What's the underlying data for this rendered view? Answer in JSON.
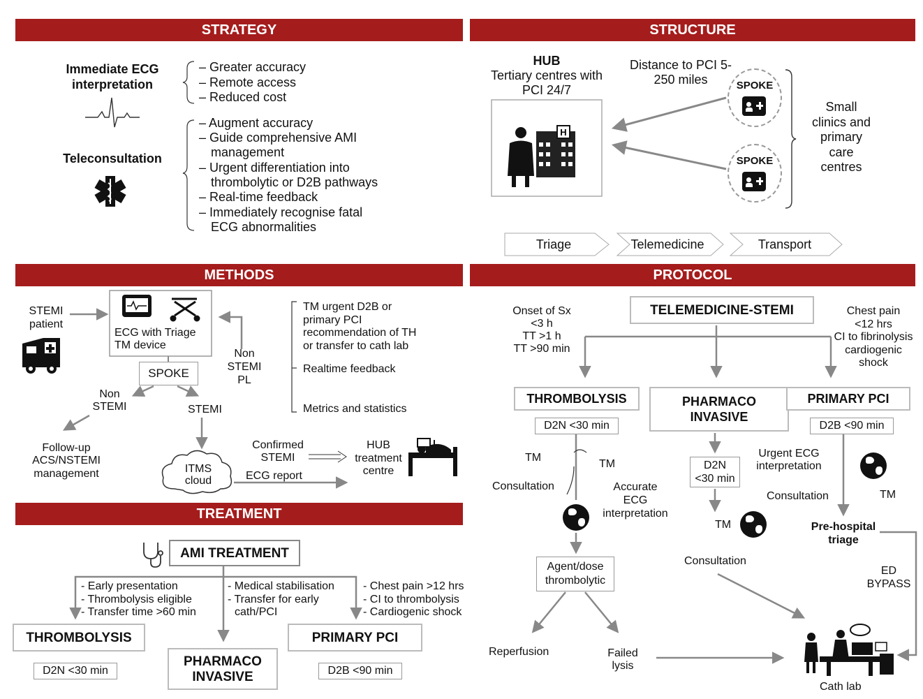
{
  "headers": {
    "strategy": "STRATEGY",
    "structure": "STRUCTURE",
    "methods": "METHODS",
    "protocol": "PROTOCOL",
    "treatment": "TREATMENT"
  },
  "strategy": {
    "ecg_title_1": "Immediate ECG",
    "ecg_title_2": "interpretation",
    "ecg_items": [
      "– Greater accuracy",
      "– Remote access",
      "– Reduced cost"
    ],
    "tele_title": "Teleconsultation",
    "tele_items": [
      "– Augment accuracy",
      "– Guide comprehensive AMI",
      "management",
      "– Urgent differentiation into",
      "thrombolytic or D2B pathways",
      "– Real-time feedback",
      "– Immediately recognise fatal",
      "ECG abnormalities"
    ]
  },
  "structure": {
    "hub": "HUB",
    "hub_sub_1": "Tertiary centres with",
    "hub_sub_2": "PCI 24/7",
    "distance_1": "Distance to PCI 5-",
    "distance_2": "250 miles",
    "spoke": "SPOKE",
    "clinics": [
      "Small",
      "clinics and",
      "primary",
      "care",
      "centres"
    ],
    "steps": [
      "Triage",
      "Telemedicine",
      "Transport"
    ]
  },
  "methods": {
    "stemi_patient_1": "STEMI",
    "stemi_patient_2": "patient",
    "device_1": "ECG with Triage",
    "device_2": "TM device",
    "non_stemi_pl": [
      "Non",
      "STEMI",
      "PL"
    ],
    "spoke": "SPOKE",
    "non_stemi": [
      "Non",
      "STEMI"
    ],
    "stemi": "STEMI",
    "followup": [
      "Follow-up",
      "ACS/NSTEMI",
      "management"
    ],
    "cloud": [
      "ITMS",
      "cloud"
    ],
    "confirmed": [
      "Confirmed",
      "STEMI"
    ],
    "ecg_report": "ECG report",
    "hub_treat": [
      "HUB",
      "treatment",
      "centre"
    ],
    "tm_items": [
      "TM urgent D2B or",
      "primary PCI",
      "recommendation of TH",
      "or transfer to cath lab",
      "Realtime feedback",
      "Metrics and statistics"
    ]
  },
  "treatment": {
    "ami": "AMI TREATMENT",
    "col1": [
      "- Early presentation",
      "- Thrombolysis eligible",
      "- Transfer time >60 min"
    ],
    "col2": [
      "- Medical stabilisation",
      "- Transfer for early",
      "cath/PCI"
    ],
    "col3": [
      "- Chest pain >12 hrs",
      "- CI to thrombolysis",
      "- Cardiogenic shock"
    ],
    "thrombolysis": "THROMBOLYSIS",
    "pharmaco_1": "PHARMACO",
    "pharmaco_2": "INVASIVE",
    "primary_pci": "PRIMARY PCI",
    "d2n": "D2N <30 min",
    "d2b": "D2B <90 min"
  },
  "protocol": {
    "title": "TELEMEDICINE-STEMI",
    "onset": [
      "Onset of Sx",
      "<3 h",
      "TT >1 h",
      "TT >90 min"
    ],
    "chest": [
      "Chest pain",
      "<12 hrs",
      "CI to fibrinolysis",
      "cardiogenic",
      "shock"
    ],
    "thrombolysis": "THROMBOLYSIS",
    "pharmaco_1": "PHARMACO",
    "pharmaco_2": "INVASIVE",
    "primary_pci": "PRIMARY PCI",
    "d2n": "D2N <30 min",
    "d2n2": [
      "D2N",
      "<30 min"
    ],
    "d2b": "D2B <90 min",
    "tm": "TM",
    "consultation": "Consultation",
    "accurate": [
      "Accurate",
      "ECG",
      "interpretation"
    ],
    "agent": [
      "Agent/dose",
      "thrombolytic"
    ],
    "reperfusion": "Reperfusion",
    "failed": [
      "Failed",
      "lysis"
    ],
    "urgent": [
      "Urgent ECG",
      "interpretation"
    ],
    "prehospital": [
      "Pre-hospital",
      "triage"
    ],
    "ed_bypass": [
      "ED",
      "BYPASS"
    ],
    "cath_lab": "Cath lab"
  }
}
